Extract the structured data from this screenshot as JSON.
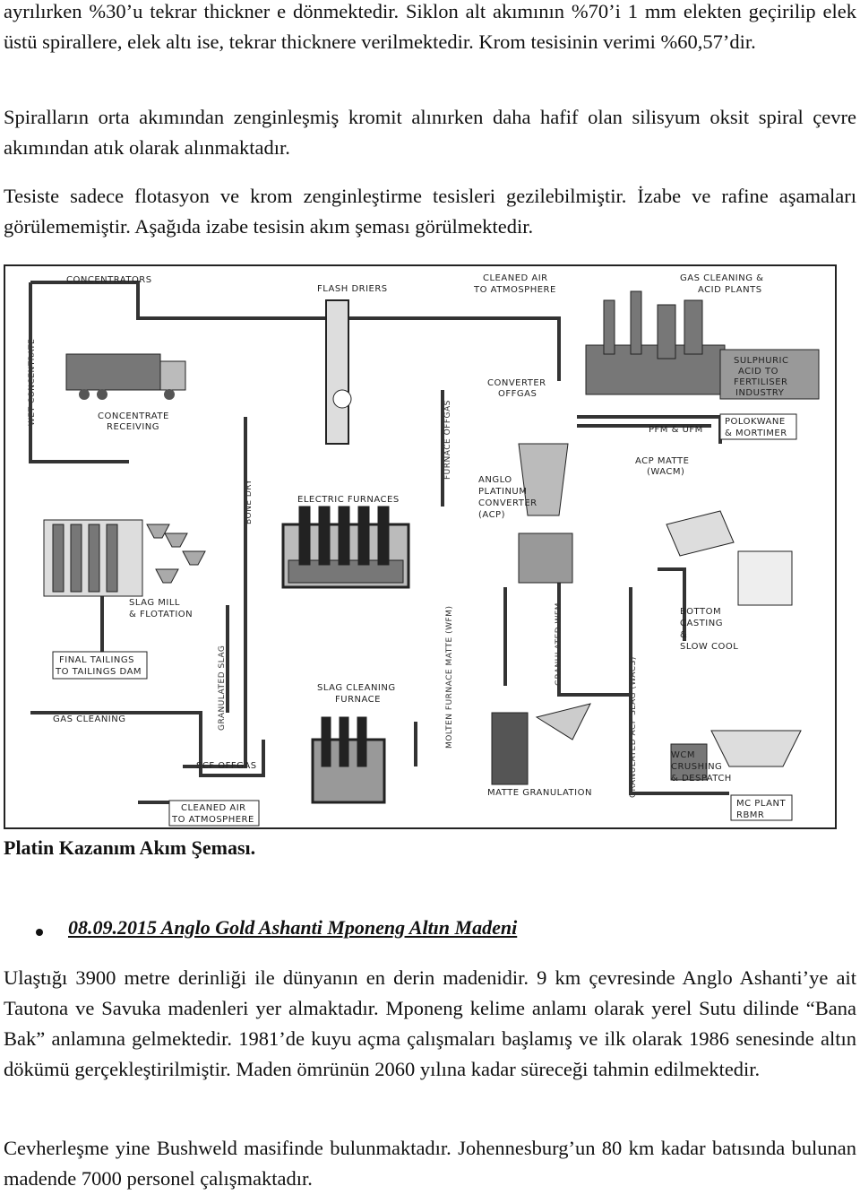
{
  "paragraphs": [
    "ayrılırken %30’u tekrar thickner e dönmektedir. Siklon alt akımının %70’i 1 mm elekten geçirilip elek üstü spirallere, elek altı ise, tekrar thicknere verilmektedir. Krom tesisinin verimi %60,57’dir.",
    "Spiralların orta akımından zenginleşmiş kromit alınırken daha hafif olan silisyum oksit spiral çevre akımından atık olarak alınmaktadır.",
    "Tesiste sadece flotasyon ve krom zenginleştirme tesisleri gezilebilmiştir. İzabe ve rafine aşamaları görülememiştir. Aşağıda izabe tesisin akım şeması görülmektedir."
  ],
  "diagram": {
    "labels": {
      "concentrators": "CONCENTRATORS",
      "flash_driers": "FLASH DRIERS",
      "cleaned_air_top_1": "CLEANED AIR",
      "cleaned_air_top_2": "TO ATMOSPHERE",
      "gas_cleaning_1": "GAS CLEANING &",
      "gas_cleaning_2": "ACID PLANTS",
      "wet_concentrate": "WET CONCENTRATE",
      "concentrate_receiving_1": "CONCENTRATE",
      "concentrate_receiving_2": "RECEIVING",
      "converter_offgas_1": "CONVERTER",
      "converter_offgas_2": "OFFGAS",
      "furnace_offgas": "FURNACE OFFGAS",
      "sulphuric_1": "SULPHURIC",
      "sulphuric_2": "ACID TO",
      "sulphuric_3": "FERTILISER",
      "sulphuric_4": "INDUSTRY",
      "pfm_ufm": "PFM & UFM",
      "polokwane_1": "POLOKWANE",
      "polokwane_2": "& MORTIMER",
      "acp_matte_1": "ACP MATTE",
      "acp_matte_2": "(WACM)",
      "bone_dry": "BONE DRY",
      "electric_furnaces": "ELECTRIC FURNACES",
      "anglo_1": "ANGLO",
      "anglo_2": "PLATINUM",
      "anglo_3": "CONVERTER",
      "anglo_4": "(ACP)",
      "slag_mill_1": "SLAG MILL",
      "slag_mill_2": "& FLOTATION",
      "granulated_slag": "GRANULATED SLAG",
      "molten_furnace_matte": "MOLTEN FURNACE MATTE (WFM)",
      "granulated_wfm": "GRANULATED WFM",
      "bottom_casting_1": "BOTTOM",
      "bottom_casting_2": "CASTING",
      "bottom_casting_3": "&",
      "bottom_casting_4": "SLOW COOL",
      "final_tailings_1": "FINAL TAILINGS",
      "final_tailings_2": "TO TAILINGS DAM",
      "gas_cleaning_bottom": "GAS CLEANING",
      "slag_cleaning_1": "SLAG CLEANING",
      "slag_cleaning_2": "FURNACE",
      "granulated_acp_slag": "GRANULATED ACP SLAG (WACS)",
      "wcm_1": "WCM",
      "wcm_2": "CRUSHING",
      "wcm_3": "& DESPATCH",
      "scf_offgas": "SCF OFFGAS",
      "cleaned_air_bottom_1": "CLEANED AIR",
      "cleaned_air_bottom_2": "TO ATMOSPHERE",
      "matte_granulation": "MATTE GRANULATION",
      "mc_plant_1": "MC PLANT",
      "mc_plant_2": "RBMR"
    }
  },
  "caption": "Platin Kazanım Akım Şeması.",
  "bullet": "08.09.2015 Anglo Gold Ashanti Mponeng Altın Madeni",
  "paragraphs_after": [
    "Ulaştığı 3900 metre derinliği ile dünyanın en derin madenidir. 9 km çevresinde Anglo Ashanti’ye ait Tautona ve Savuka madenleri yer almaktadır. Mponeng kelime anlamı olarak yerel Sutu dilinde “Bana Bak” anlamına gelmektedir. 1981’de kuyu açma çalışmaları başlamış ve ilk olarak 1986 senesinde altın dökümü gerçekleştirilmiştir. Maden ömrünün 2060 yılına kadar süreceği tahmin edilmektedir.",
    "Cevherleşme yine Bushweld masifinde bulunmaktadır. Johennesburg’un 80 km kadar batısında bulunan madende 7000 personel çalışmaktadır."
  ]
}
